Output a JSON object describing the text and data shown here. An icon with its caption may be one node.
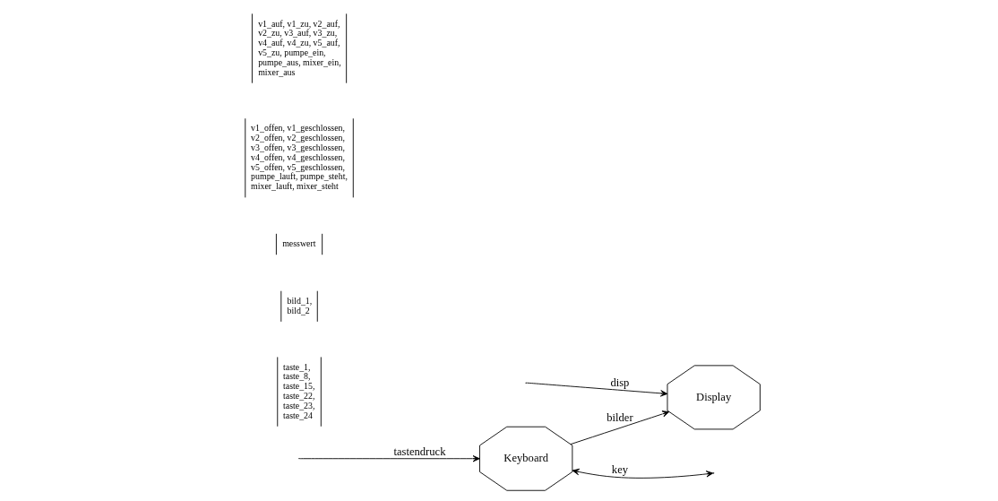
{
  "diagram": {
    "nodes": [
      {
        "text": [
          "Keyboard"
        ]
      },
      {
        "text": [
          "Display"
        ]
      }
    ],
    "edges": [
      {
        "from": null,
        "to": 0,
        "arrow": "to",
        "label": "tastendruck"
      },
      {
        "from": 0,
        "to": 1,
        "arrow": "to",
        "label": "bilder"
      },
      {
        "from": null,
        "to": 1,
        "arrow": "to",
        "label": "disp"
      },
      {
        "from": 0,
        "to": null,
        "arrow": "both",
        "label": "key"
      }
    ],
    "labels": [
      "taste_1, taste_8, taste_15, taste_22, taste_23, taste_24",
      "bild_1, bild_2",
      "messwert",
      "v1_offen, v1_geschlossen, v2_offen, v2_geschlossen, v3_offen, v3_geschlossen, v4_offen, v4_geschlossen, v5_offen, v5_geschlossen, pumpe_lauft, pumpe_steht, mixer_lauft, mixer_steht",
      "v1_auf, v1_zu, v2_auf, v2_zu, v3_auf, v3_zu, v4_auf, v4_zu, v5_auf, v5_zu, pumpe_ein, pumpe_aus, mixer_ein, mixer_aus"
    ]
  }
}
